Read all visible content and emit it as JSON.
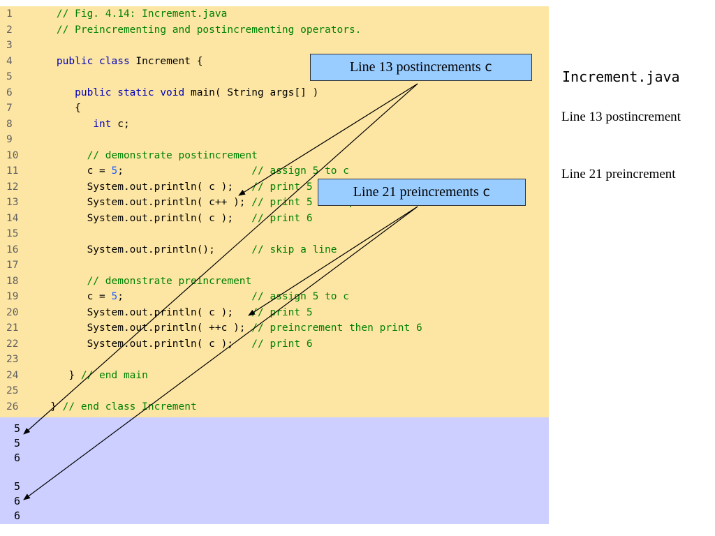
{
  "code": [
    {
      "n": "1",
      "parts": [
        {
          "t": "    // Fig. 4.14: Increment.java",
          "c": "cm"
        }
      ]
    },
    {
      "n": "2",
      "parts": [
        {
          "t": "    // Preincrementing and postincrementing operators.",
          "c": "cm"
        }
      ]
    },
    {
      "n": "3",
      "parts": []
    },
    {
      "n": "4",
      "parts": [
        {
          "t": "    "
        },
        {
          "t": "public class",
          "c": "kw"
        },
        {
          "t": " Increment {"
        }
      ]
    },
    {
      "n": "5",
      "parts": []
    },
    {
      "n": "6",
      "parts": [
        {
          "t": "       "
        },
        {
          "t": "public static void",
          "c": "kw"
        },
        {
          "t": " main( String args[] )"
        }
      ]
    },
    {
      "n": "7",
      "parts": [
        {
          "t": "       {"
        }
      ]
    },
    {
      "n": "8",
      "parts": [
        {
          "t": "          "
        },
        {
          "t": "int",
          "c": "kw"
        },
        {
          "t": " c;"
        }
      ]
    },
    {
      "n": "9",
      "parts": []
    },
    {
      "n": "10",
      "parts": [
        {
          "t": "         // demonstrate postincrement",
          "c": "cm"
        }
      ]
    },
    {
      "n": "11",
      "parts": [
        {
          "t": "         c = "
        },
        {
          "t": "5",
          "c": "num"
        },
        {
          "t": ";                     "
        },
        {
          "t": "// assign 5 to c",
          "c": "cm"
        }
      ]
    },
    {
      "n": "12",
      "parts": [
        {
          "t": "         System.out.println( c );   "
        },
        {
          "t": "// print 5",
          "c": "cm"
        }
      ]
    },
    {
      "n": "13",
      "parts": [
        {
          "t": "         System.out.println( c++ ); "
        },
        {
          "t": "// print 5 then postincrement",
          "c": "cm"
        }
      ]
    },
    {
      "n": "14",
      "parts": [
        {
          "t": "         System.out.println( c );   "
        },
        {
          "t": "// print 6",
          "c": "cm"
        }
      ]
    },
    {
      "n": "15",
      "parts": []
    },
    {
      "n": "16",
      "parts": [
        {
          "t": "         System.out.println();      "
        },
        {
          "t": "// skip a line",
          "c": "cm"
        }
      ]
    },
    {
      "n": "17",
      "parts": []
    },
    {
      "n": "18",
      "parts": [
        {
          "t": "         // demonstrate preincrement",
          "c": "cm"
        }
      ]
    },
    {
      "n": "19",
      "parts": [
        {
          "t": "         c = "
        },
        {
          "t": "5",
          "c": "num"
        },
        {
          "t": ";                     "
        },
        {
          "t": "// assign 5 to c",
          "c": "cm"
        }
      ]
    },
    {
      "n": "20",
      "parts": [
        {
          "t": "         System.out.println( c );   "
        },
        {
          "t": "// print 5",
          "c": "cm"
        }
      ]
    },
    {
      "n": "21",
      "parts": [
        {
          "t": "         System.out.println( ++c ); "
        },
        {
          "t": "// preincrement then print 6",
          "c": "cm"
        }
      ]
    },
    {
      "n": "22",
      "parts": [
        {
          "t": "         System.out.println( c );   "
        },
        {
          "t": "// print 6",
          "c": "cm"
        }
      ]
    },
    {
      "n": "23",
      "parts": []
    },
    {
      "n": "24",
      "parts": [
        {
          "t": "      } "
        },
        {
          "t": "// end main",
          "c": "cm"
        }
      ]
    },
    {
      "n": "25",
      "parts": []
    },
    {
      "n": "26",
      "parts": [
        {
          "t": "   } "
        },
        {
          "t": "// end class Increment",
          "c": "cm"
        }
      ]
    }
  ],
  "output": [
    "5",
    "5",
    "6",
    "",
    "5",
    "6",
    "6"
  ],
  "callouts": {
    "post": {
      "text": "Line 13 postincrements ",
      "code": "c"
    },
    "pre": {
      "text": "Line 21 preincrements ",
      "code": "c"
    }
  },
  "sidebar": {
    "file_title": "Increment.java",
    "note_post": "Line 13 postincrement",
    "note_pre": "Line 21 preincrement"
  },
  "colors": {
    "code_background": "#fde6a4",
    "output_background": "#cccfff",
    "callout_background": "#99ccff",
    "keyword": "#0000b8",
    "comment": "#008000",
    "number": "#1c5cff"
  }
}
